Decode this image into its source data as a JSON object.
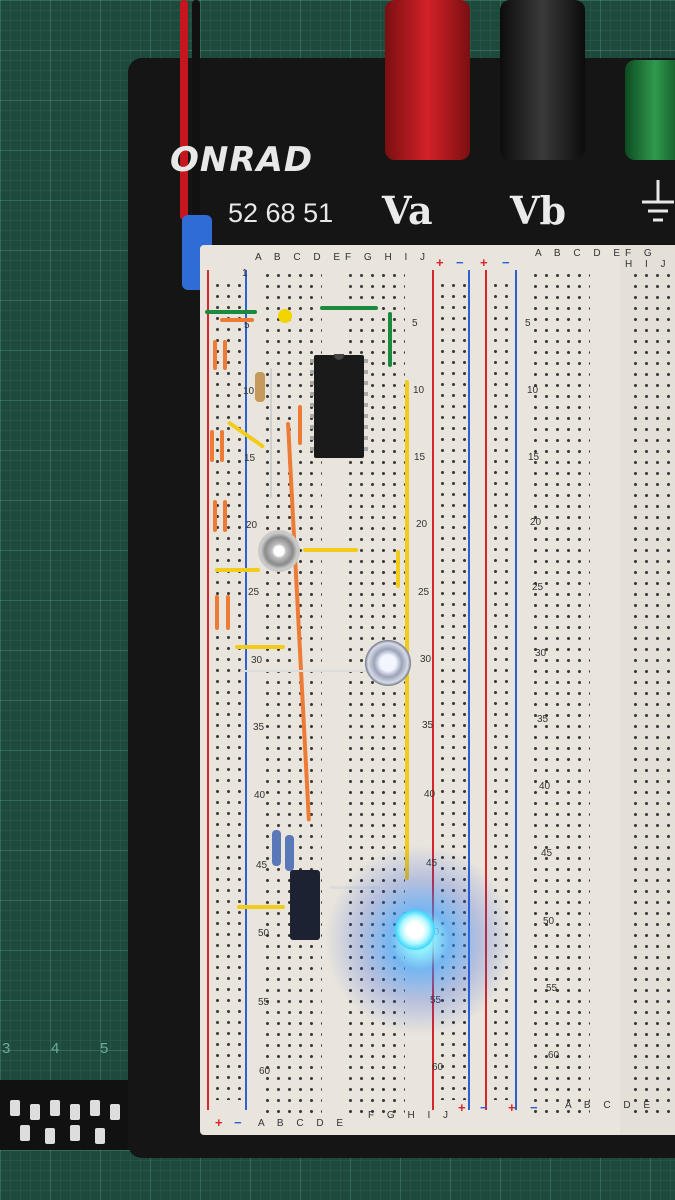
{
  "header": {
    "brand": "ONRAD",
    "part_number": "52 68 51"
  },
  "terminals": [
    {
      "label": "Va",
      "color": "#b3171d"
    },
    {
      "label": "Vb",
      "color": "#1a1a1a"
    },
    {
      "label": "ground-symbol",
      "color": "#1d7a3c"
    }
  ],
  "ruler": [
    "3",
    "4",
    "5"
  ],
  "board": {
    "columns_left": "A B C D E",
    "columns_right": "F G H I J",
    "rail_plus": "+",
    "rail_minus": "−",
    "row_numbers": [
      "1",
      "5",
      "10",
      "15",
      "20",
      "25",
      "30",
      "35",
      "40",
      "45",
      "50",
      "55",
      "60"
    ],
    "right_row_numbers": [
      "5",
      "10",
      "15",
      "20",
      "25",
      "30",
      "35",
      "40",
      "45",
      "50",
      "55",
      "60"
    ],
    "colors": {
      "plus_rail": "#d6262b",
      "minus_rail": "#2a62d6",
      "board": "#e9e5dd"
    }
  },
  "components": {
    "ic": "DIP-14 integrated circuit",
    "led_color": "#33d4ff"
  }
}
